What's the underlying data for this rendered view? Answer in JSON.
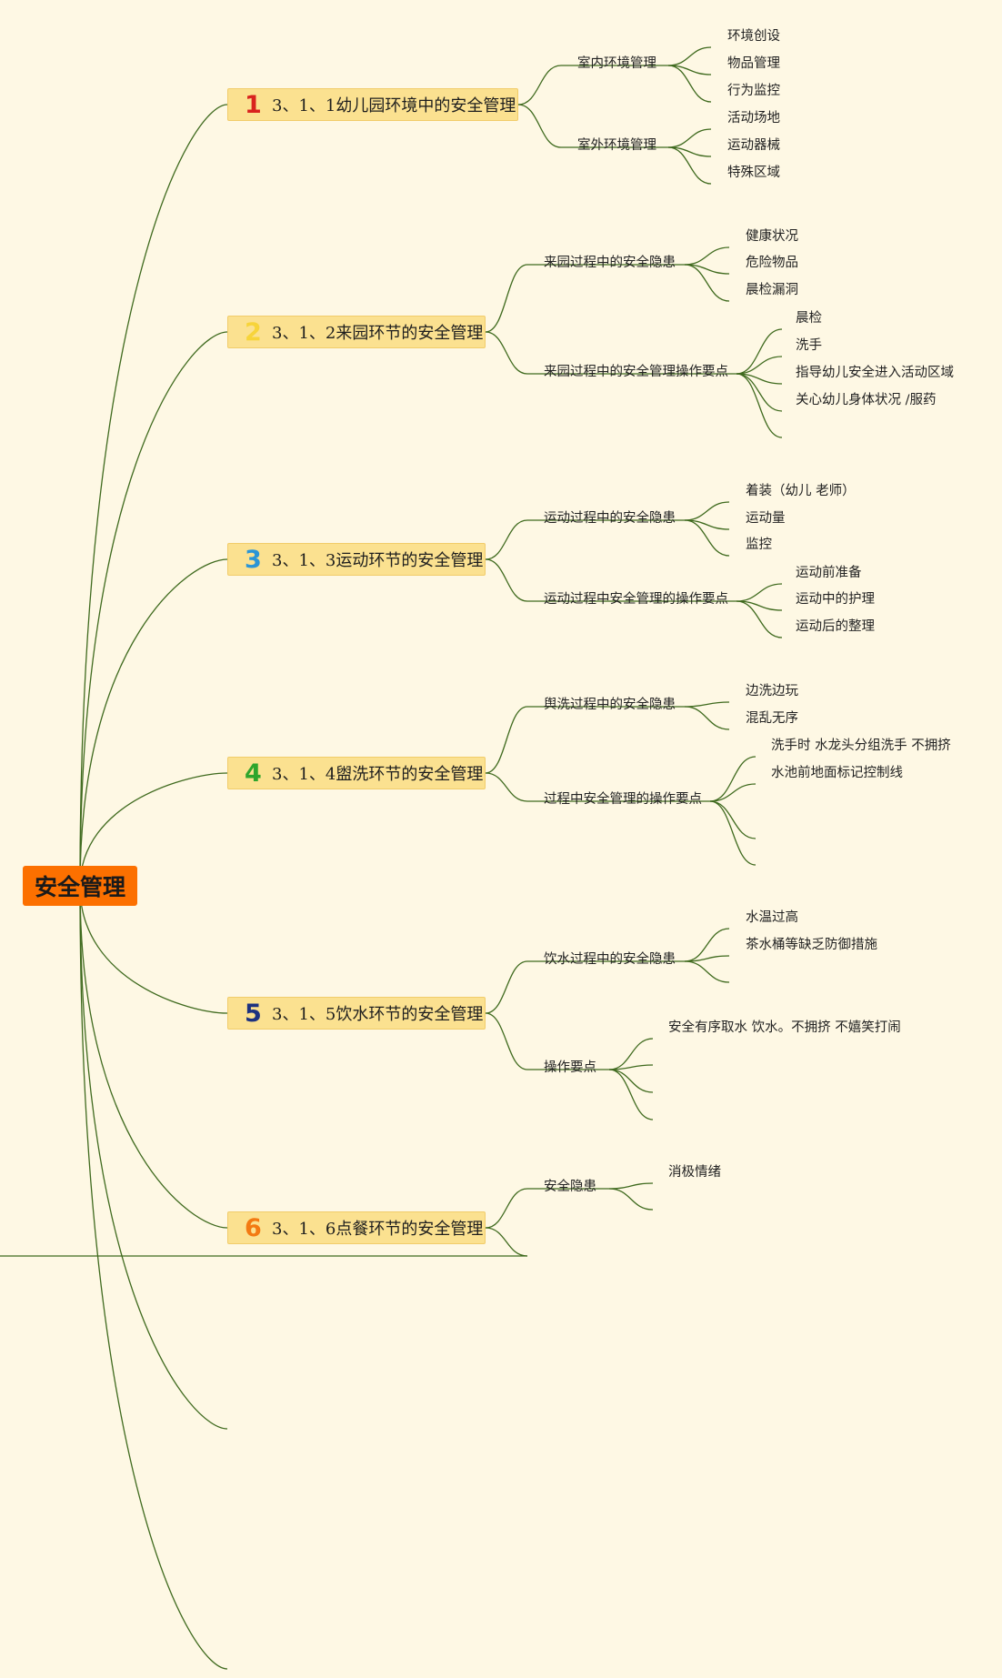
{
  "root": {
    "label": "安全管理",
    "color": "#fc7000"
  },
  "sections": [
    {
      "number": "1",
      "number_color": "#d9231e",
      "label": "3、1、1幼儿园环境中的安全管理",
      "branches": [
        {
          "label": "室内环境管理",
          "leaves": [
            "环境创设",
            "物品管理",
            "行为监控"
          ]
        },
        {
          "label": "室外环境管理",
          "leaves": [
            "活动场地",
            "运动器械",
            "特殊区域"
          ]
        }
      ]
    },
    {
      "number": "2",
      "number_color": "#f7d43a",
      "label": "3、1、2来园环节的安全管理",
      "branches": [
        {
          "label": "来园过程中的安全隐患",
          "leaves": [
            "健康状况",
            "危险物品",
            "晨检漏洞"
          ]
        },
        {
          "label": "来园过程中的安全管理操作要点",
          "leaves": [
            "晨检",
            "洗手",
            "指导幼儿安全进入活动区域",
            "关心幼儿身体状况 /服药",
            ""
          ]
        }
      ]
    },
    {
      "number": "3",
      "number_color": "#2b95d6",
      "label": "3、1、3运动环节的安全管理",
      "branches": [
        {
          "label": "运动过程中的安全隐患",
          "leaves": [
            "着装（幼儿 老师）",
            "运动量",
            "监控"
          ]
        },
        {
          "label": "运动过程中安全管理的操作要点",
          "leaves": [
            "运动前准备",
            "运动中的护理",
            "运动后的整理"
          ]
        }
      ]
    },
    {
      "number": "4",
      "number_color": "#2ea52c",
      "label": "3、1、4盥洗环节的安全管理",
      "branches": [
        {
          "label": "舆洗过程中的安全隐患",
          "leaves": [
            "边洗边玩",
            "混乱无序"
          ]
        },
        {
          "label": "过程中安全管理的操作要点",
          "leaves": [
            "洗手时 水龙头分组洗手 不拥挤",
            "水池前地面标记控制线",
            "",
            ""
          ]
        }
      ]
    },
    {
      "number": "5",
      "number_color": "#1d3280",
      "label": "3、1、5饮水环节的安全管理",
      "branches": [
        {
          "label": "饮水过程中的安全隐患",
          "leaves": [
            "水温过高",
            "茶水桶等缺乏防御措施",
            ""
          ]
        },
        {
          "label": "操作要点",
          "leaves": [
            "安全有序取水 饮水。不拥挤 不嬉笑打闹",
            "",
            "",
            ""
          ]
        }
      ]
    },
    {
      "number": "6",
      "number_color": "#f37a12",
      "label": "3、1、6点餐环节的安全管理",
      "branches": [
        {
          "label": "安全隐患",
          "leaves": [
            "消极情绪",
            ""
          ]
        },
        {
          "label": "",
          "leaves": []
        }
      ]
    },
    {
      "number": "",
      "number_color": "",
      "label": "",
      "branches": []
    },
    {
      "number": "",
      "number_color": "",
      "label": "",
      "branches": []
    }
  ]
}
